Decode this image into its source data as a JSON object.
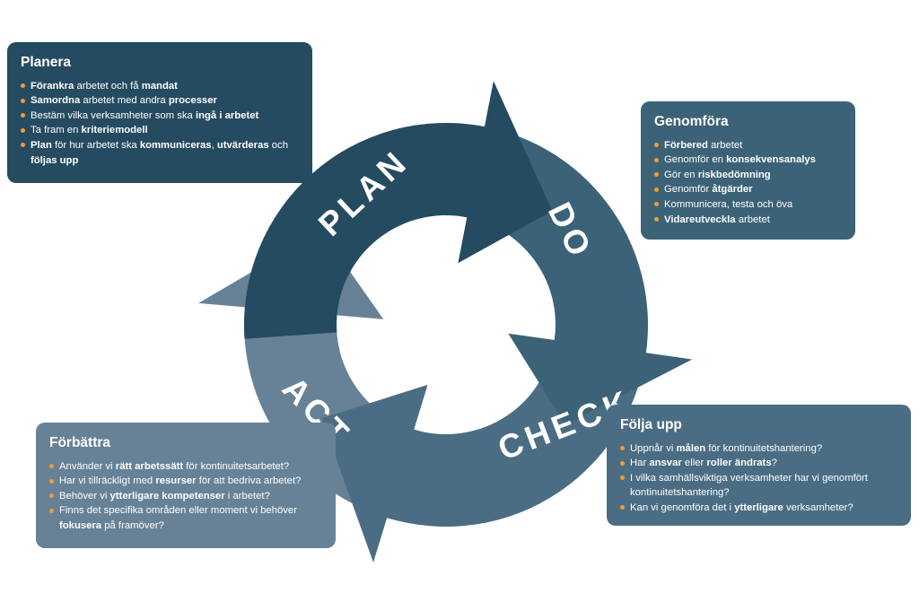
{
  "colors": {
    "plan": "#254b61",
    "do": "#3c6278",
    "check": "#4a6d84",
    "act": "#678297",
    "bullet": "#f29b38",
    "text": "#ffffff"
  },
  "cycle": {
    "plan": "PLAN",
    "do": "DO",
    "check": "CHECK",
    "act": "ACT"
  },
  "boxes": {
    "plan": {
      "title": "Planera",
      "items": [
        [
          {
            "t": "Förankra",
            "b": true
          },
          {
            "t": " arbetet och få "
          },
          {
            "t": "mandat",
            "b": true
          }
        ],
        [
          {
            "t": "Samordna",
            "b": true
          },
          {
            "t": " arbetet med andra "
          },
          {
            "t": "processer",
            "b": true
          }
        ],
        [
          {
            "t": "Bestäm vilka verksamheter som ska "
          },
          {
            "t": "ingå i arbetet",
            "b": true
          }
        ],
        [
          {
            "t": "Ta fram en "
          },
          {
            "t": "kriteriemodell",
            "b": true
          }
        ],
        [
          {
            "t": "Plan",
            "b": true
          },
          {
            "t": " för hur arbetet ska "
          },
          {
            "t": "kommuniceras",
            "b": true
          },
          {
            "t": ", "
          },
          {
            "t": "utvärderas",
            "b": true
          },
          {
            "t": " och "
          },
          {
            "t": "följas upp",
            "b": true
          }
        ]
      ]
    },
    "do": {
      "title": "Genomföra",
      "items": [
        [
          {
            "t": "Förbered",
            "b": true
          },
          {
            "t": " arbetet"
          }
        ],
        [
          {
            "t": "Genomför en "
          },
          {
            "t": "konsekvensanalys",
            "b": true
          }
        ],
        [
          {
            "t": "Gör en "
          },
          {
            "t": "riskbedömning",
            "b": true
          }
        ],
        [
          {
            "t": "Genomför "
          },
          {
            "t": "åtgärder",
            "b": true
          }
        ],
        [
          {
            "t": "Kommunicera, testa och öva"
          }
        ],
        [
          {
            "t": "Vidareutveckla",
            "b": true
          },
          {
            "t": " arbetet"
          }
        ]
      ]
    },
    "check": {
      "title": "Följa upp",
      "items": [
        [
          {
            "t": "Uppnår vi "
          },
          {
            "t": "målen",
            "b": true
          },
          {
            "t": " för kontinuitetshantering?"
          }
        ],
        [
          {
            "t": "Har "
          },
          {
            "t": "ansvar",
            "b": true
          },
          {
            "t": " eller "
          },
          {
            "t": "roller ändrats",
            "b": true
          },
          {
            "t": "?"
          }
        ],
        [
          {
            "t": "I vilka samhällsviktiga verksamheter har vi genomfört kontinuitetshantering?"
          }
        ],
        [
          {
            "t": "Kan vi genomföra det i "
          },
          {
            "t": "ytterligare",
            "b": true
          },
          {
            "t": " verksamheter?"
          }
        ]
      ]
    },
    "act": {
      "title": "Förbättra",
      "items": [
        [
          {
            "t": "Använder vi "
          },
          {
            "t": "rätt arbetssätt",
            "b": true
          },
          {
            "t": " för kontinuitetsarbetet?"
          }
        ],
        [
          {
            "t": "Har vi tillräckligt med "
          },
          {
            "t": "resurser",
            "b": true
          },
          {
            "t": " för att bedriva arbetet?"
          }
        ],
        [
          {
            "t": "Behöver vi "
          },
          {
            "t": "ytterligare kompetenser",
            "b": true
          },
          {
            "t": " i arbetet?"
          }
        ],
        [
          {
            "t": "Finns det specifika områden eller moment vi behöver "
          },
          {
            "t": "fokusera",
            "b": true
          },
          {
            "t": " på framöver?"
          }
        ]
      ]
    }
  }
}
